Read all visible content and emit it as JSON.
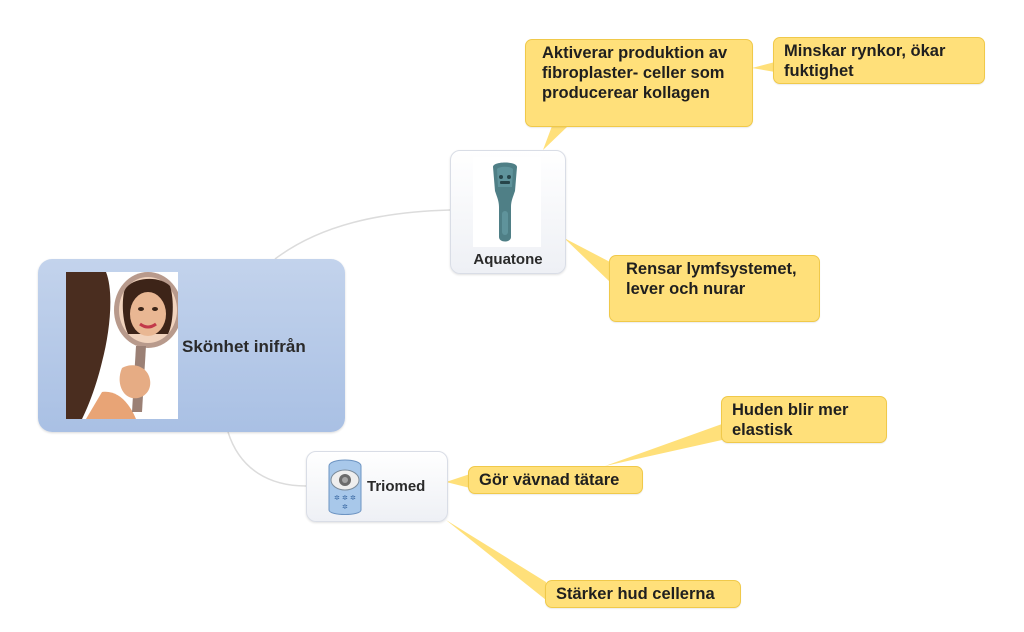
{
  "central": {
    "label": "Skönhet inifrån"
  },
  "topics": {
    "aquatone": {
      "label": "Aquatone"
    },
    "triomed": {
      "label": "Triomed"
    }
  },
  "callouts": {
    "fibro": "Aktiverar produktion av fibroplaster- celler som producerear kollagen",
    "rynkor": "Minskar rynkor, ökar fuktighet",
    "lymf": "Rensar lymfsystemet, lever och nurar",
    "vavnad": "Gör vävnad tätare",
    "elastisk": "Huden blir mer elastisk",
    "starker": "Stärker hud cellerna"
  },
  "colors": {
    "callout": "#ffe07a",
    "central": "#b3c8e8",
    "connector": "#dddddd"
  }
}
